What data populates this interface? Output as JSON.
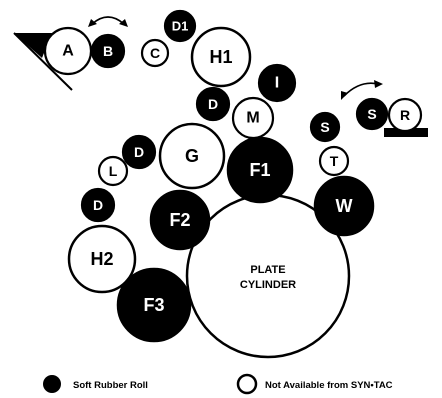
{
  "rolls": [
    {
      "label": "A",
      "type": "open"
    },
    {
      "label": "B",
      "type": "soft"
    },
    {
      "label": "C",
      "type": "open"
    },
    {
      "label": "D1",
      "type": "soft"
    },
    {
      "label": "H1",
      "type": "open"
    },
    {
      "label": "I",
      "type": "soft"
    },
    {
      "label": "D",
      "type": "soft"
    },
    {
      "label": "M",
      "type": "open"
    },
    {
      "label": "D",
      "type": "soft"
    },
    {
      "label": "G",
      "type": "open"
    },
    {
      "label": "F1",
      "type": "soft"
    },
    {
      "label": "L",
      "type": "open"
    },
    {
      "label": "D",
      "type": "soft"
    },
    {
      "label": "F2",
      "type": "soft"
    },
    {
      "label": "H2",
      "type": "open"
    },
    {
      "label": "F3",
      "type": "soft"
    },
    {
      "label": "S",
      "type": "soft"
    },
    {
      "label": "S",
      "type": "soft"
    },
    {
      "label": "R",
      "type": "open"
    },
    {
      "label": "T",
      "type": "open"
    },
    {
      "label": "W",
      "type": "soft"
    }
  ],
  "plate_cylinder": {
    "line1": "PLATE",
    "line2": "CYLINDER"
  },
  "legend": {
    "soft": "Soft Rubber Roll",
    "open": "Not Available from SYN•TAC"
  },
  "colors": {
    "ink": "#000000",
    "paper": "#ffffff"
  }
}
